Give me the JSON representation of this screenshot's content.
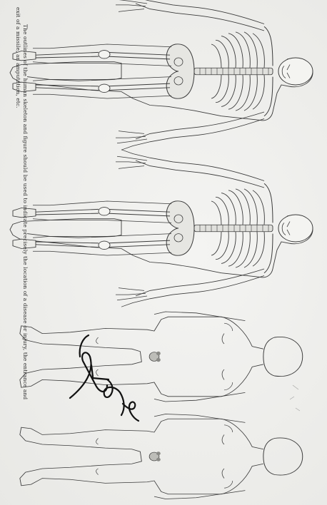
{
  "caption": {
    "line1": "The outlines of the human skeleton and figure should be used to indicate precisely the location of a disease or injury, the entrance and",
    "line2": "exit of a missile, an amputation, etc."
  },
  "figures": [
    {
      "name": "skeleton-front-view"
    },
    {
      "name": "skeleton-back-view"
    },
    {
      "name": "body-outline-front-view"
    },
    {
      "name": "body-outline-back-view"
    }
  ],
  "signature": {
    "text": "handwritten signature"
  }
}
